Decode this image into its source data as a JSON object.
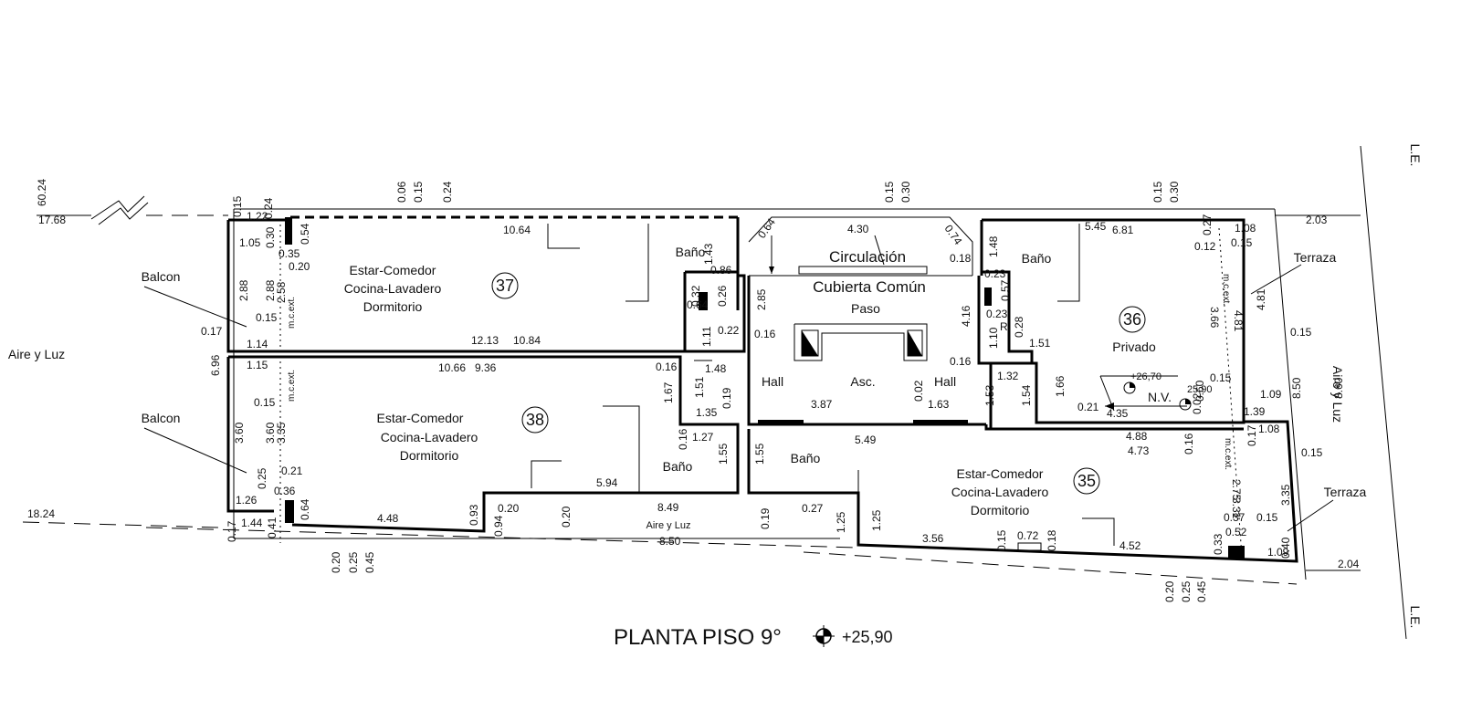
{
  "title": "PLANTA PISO 9°",
  "level": "+25,90",
  "level_marker": "N.V.",
  "level_values": [
    "+26,70",
    "25,90"
  ],
  "line_edificacion": "L.E.",
  "units": {
    "u37": {
      "number": "37",
      "lines": [
        "Estar-Comedor",
        "Cocina-Lavadero",
        "Dormitorio"
      ]
    },
    "u38": {
      "number": "38",
      "lines": [
        "Estar-Comedor",
        "Cocina-Lavadero",
        "Dormitorio"
      ]
    },
    "u35": {
      "number": "35",
      "lines": [
        "Estar-Comedor",
        "Cocina-Lavadero",
        "Dormitorio"
      ]
    },
    "u36": {
      "number": "36",
      "lines": [
        "Privado"
      ]
    }
  },
  "rooms": {
    "circulacion": "Circulación",
    "cubierta": "Cubierta Común",
    "paso": "Paso",
    "hall": "Hall",
    "asc": "Asc.",
    "bano": "Baño",
    "balcon": "Balcon",
    "terraza": "Terraza",
    "aire_luz": "Aire y Luz",
    "mcext": "m.c.ext.",
    "r": "R."
  },
  "dimensions": [
    "60.24",
    "17.68",
    "18.24",
    "0.15",
    "1.22",
    "0.24",
    "0.06",
    "0.15",
    "0.24",
    "0.15",
    "0.30",
    "0.15",
    "0.30",
    "2.03",
    "2.04",
    "1.05",
    "0.30",
    "0.54",
    "0.35",
    "0.20",
    "2.88",
    "2.88",
    "2.58",
    "0.15",
    "0.17",
    "1.14",
    "10.64",
    "1.43",
    "0.86",
    "0.32",
    "0.26",
    "0.64",
    "0.22",
    "1.11",
    "12.13",
    "10.84",
    "2.85",
    "0.64",
    "4.30",
    "0.74",
    "0.18",
    "0.16",
    "4.16",
    "1.48",
    "0.23",
    "0.57",
    "0.23",
    "1.10",
    "0.28",
    "1.51",
    "5.45",
    "6.81",
    "0.27",
    "1.08",
    "0.12",
    "0.15",
    "3.66",
    "4.81",
    "4.81",
    "0.15",
    "8.50",
    "8.60",
    "1.09",
    "0.15",
    "1.39",
    "0.60",
    "0.02",
    "1.66",
    "0.21",
    "4.35",
    "6.96",
    "1.15",
    "10.66",
    "9.36",
    "0.16",
    "1.48",
    "1.67",
    "1.51",
    "1.35",
    "0.19",
    "3.87",
    "0.02",
    "1.63",
    "0.16",
    "1.32",
    "1.53",
    "1.54",
    "0.15",
    "3.60",
    "3.60",
    "3.35",
    "0.21",
    "0.25",
    "0.36",
    "1.26",
    "1.44",
    "0.17",
    "0.41",
    "0.64",
    "4.48",
    "0.93",
    "0.20",
    "0.94",
    "0.20",
    "5.94",
    "0.16",
    "1.27",
    "1.55",
    "1.55",
    "8.49",
    "8.50",
    "0.19",
    "0.27",
    "1.25",
    "1.25",
    "5.49",
    "4.88",
    "4.73",
    "0.16",
    "1.08",
    "0.17",
    "2.75",
    "3.31",
    "0.15",
    "3.35",
    "0.37",
    "0.52",
    "0.15",
    "0.40",
    "1.09",
    "0.33",
    "4.52",
    "3.56",
    "0.15",
    "0.72",
    "0.18",
    "0.20",
    "0.25",
    "0.45",
    "0.20",
    "0.25",
    "0.45"
  ]
}
